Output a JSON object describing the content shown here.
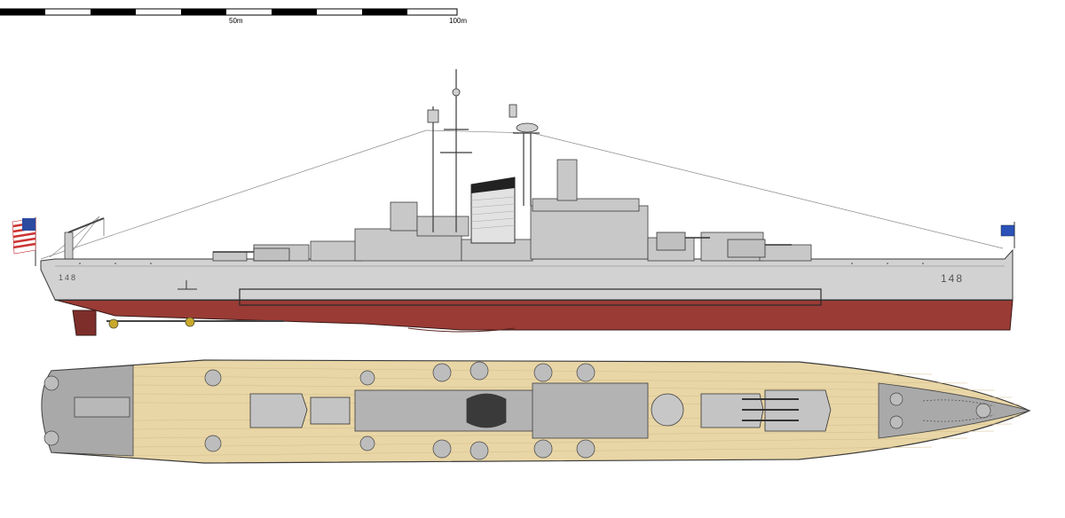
{
  "scale_bar": {
    "labels": [
      "50m",
      "100m"
    ]
  },
  "hull_markings": {
    "bow_number": "148",
    "stern_number": "148"
  },
  "flags": {
    "stern_flag": "us-flag-icon",
    "bow_flag": "union-jack-icon"
  },
  "colors": {
    "hull_gray": "#cfcfcf",
    "boot_red": "#9a3b35",
    "deck_wood": "#e9d6a6",
    "deck_gray": "#a9a9a9",
    "rigging": "#888888",
    "outline": "#3a3a3a"
  }
}
